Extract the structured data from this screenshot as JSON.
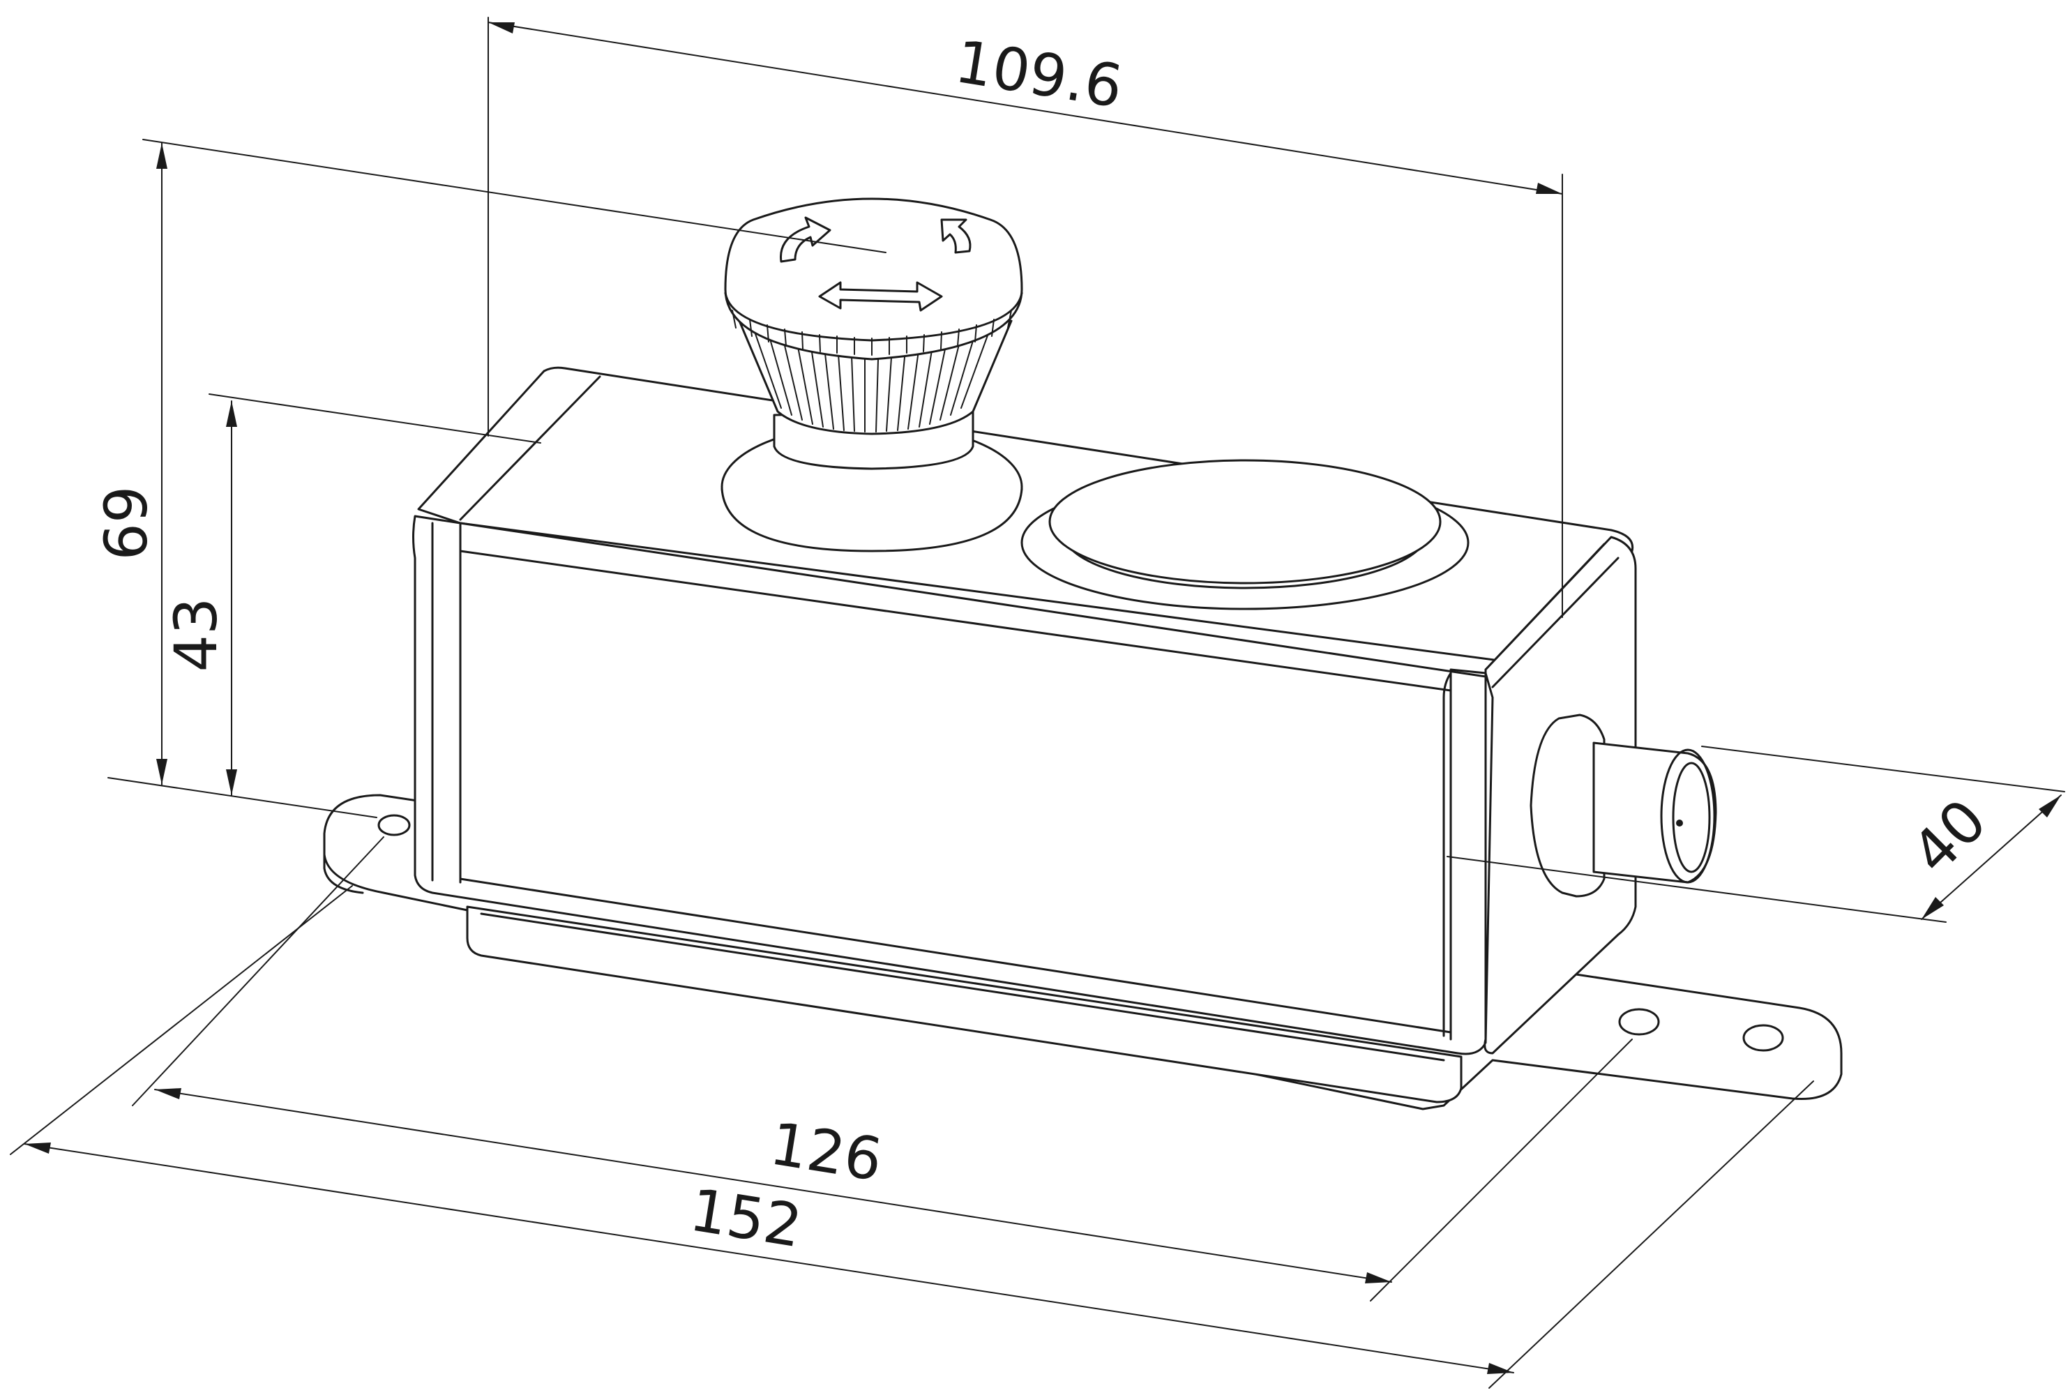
{
  "dimensions": {
    "top_width": "109.6",
    "total_height": "69",
    "box_height": "43",
    "depth": "40",
    "mounting_hole_spacing": "126",
    "overall_length": "152"
  },
  "icons": {
    "rotate_arrows": "rotate-release-arrows-icon"
  }
}
